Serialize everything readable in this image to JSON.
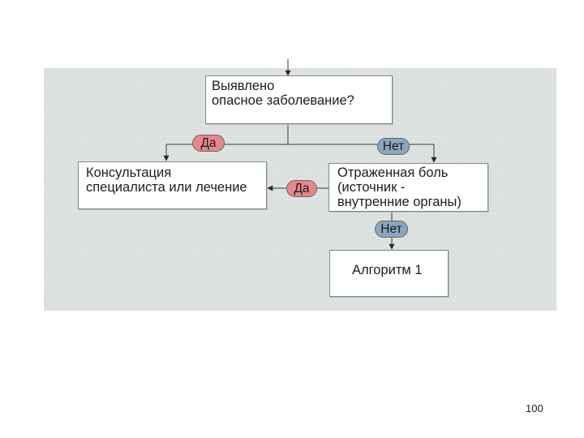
{
  "flowchart": {
    "question_box": {
      "lines": [
        "Выявлено",
        "опасное заболевание?"
      ]
    },
    "consult_box": {
      "lines": [
        "Консультация",
        "специалиста или лечение"
      ]
    },
    "pain_box": {
      "lines": [
        "Отраженная боль",
        "(источник -",
        "внутренние органы)"
      ]
    },
    "algorithm_box": {
      "label": "Алгоритм 1"
    },
    "yes_label_1": "Да",
    "no_label_1": "Нет",
    "yes_label_2": "Да",
    "no_label_2": "Нет"
  },
  "page_number": "100"
}
